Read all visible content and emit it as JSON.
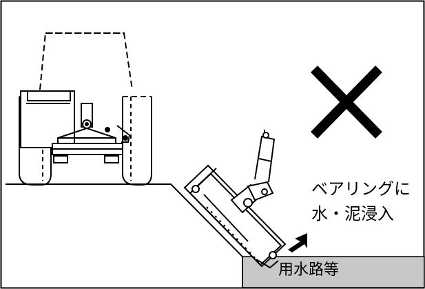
{
  "warning": {
    "line1": "ベアリングに",
    "line2": "水・泥浸入"
  },
  "canal": {
    "label": "用水路等"
  },
  "colors": {
    "line": "#000000",
    "canal_fill": "#c8c8c8",
    "background": "#ffffff"
  },
  "icons": {
    "prohibited": "cross-mark-icon",
    "indicator": "arrow-icon"
  }
}
